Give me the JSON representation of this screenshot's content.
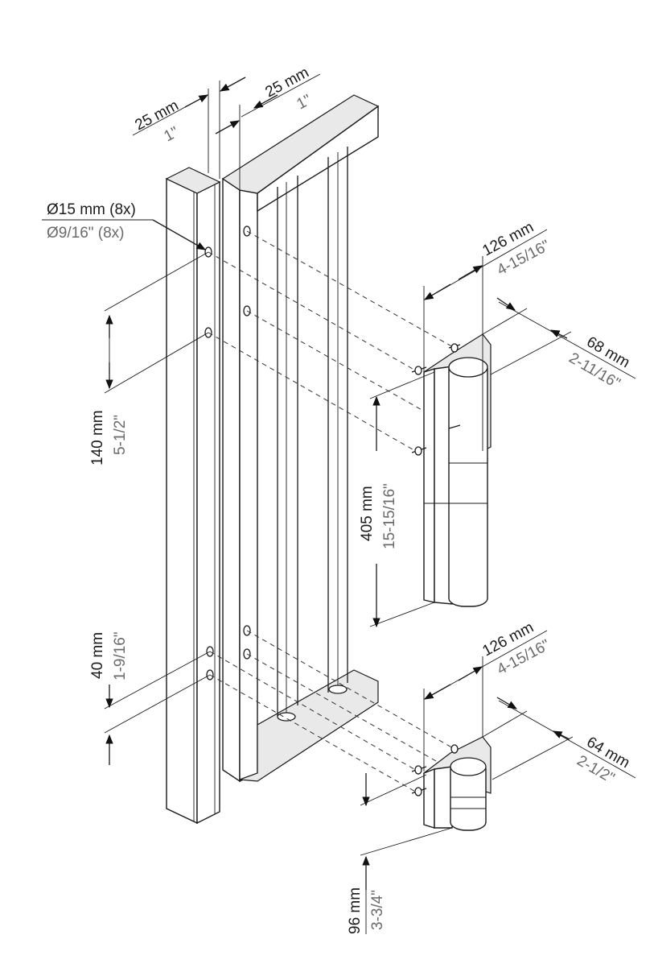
{
  "dimensions": {
    "post_width": {
      "metric": "25 mm",
      "imperial": "1\""
    },
    "frame_width": {
      "metric": "25 mm",
      "imperial": "1\""
    },
    "hole_diameter": {
      "metric": "Ø15 mm (8x)",
      "imperial": "Ø9/16\" (8x)"
    },
    "hole_spacing_upper": {
      "metric": "140 mm",
      "imperial": "5-1/2\""
    },
    "hole_spacing_lower": {
      "metric": "40 mm",
      "imperial": "1-9/16\""
    },
    "upper_hinge_width": {
      "metric": "126 mm",
      "imperial": "4-15/16\""
    },
    "upper_hinge_depth": {
      "metric": "68 mm",
      "imperial": "2-11/16\""
    },
    "upper_hinge_height": {
      "metric": "405 mm",
      "imperial": "15-15/16\""
    },
    "lower_hinge_width": {
      "metric": "126 mm",
      "imperial": "4-15/16\""
    },
    "lower_hinge_depth": {
      "metric": "64 mm",
      "imperial": "2-1/2\""
    },
    "lower_hinge_height": {
      "metric": "96 mm",
      "imperial": "3-3/4\""
    }
  }
}
